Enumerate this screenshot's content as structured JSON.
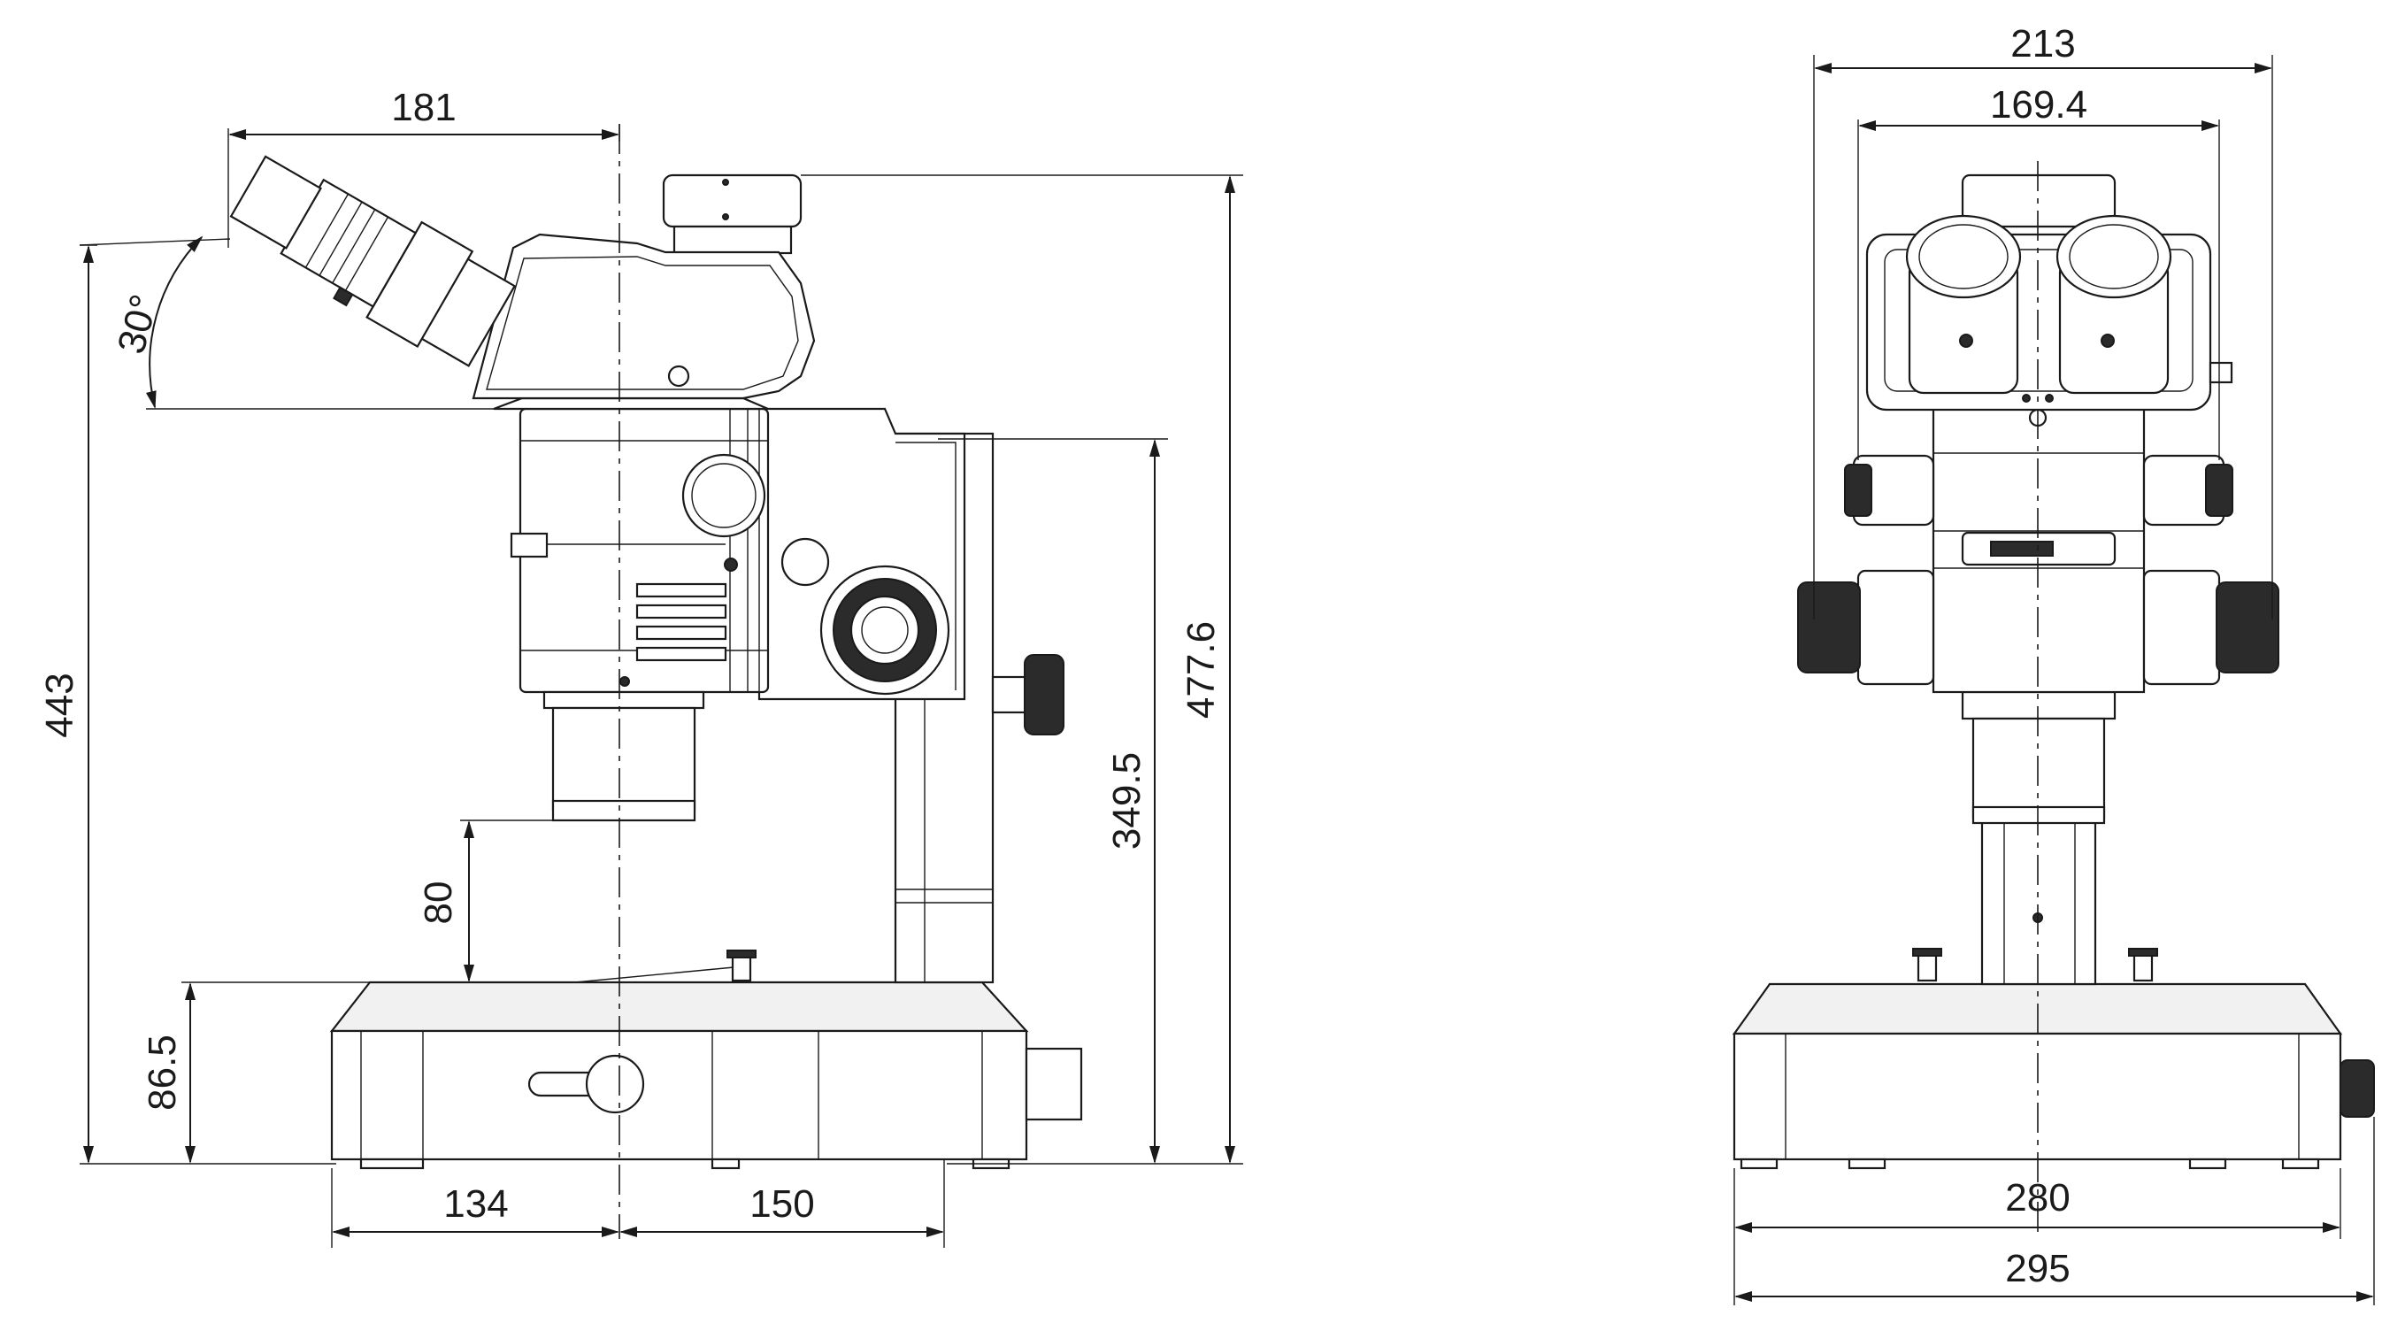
{
  "side_view": {
    "dim_top_width": "181",
    "dim_angle": "30°",
    "dim_total_height": "443",
    "dim_working_distance": "80",
    "dim_base_height": "86.5",
    "dim_left_base": "134",
    "dim_right_base": "150",
    "dim_column_height": "349.5",
    "dim_overall_height": "477.6"
  },
  "front_view": {
    "dim_outer_width": "213",
    "dim_inner_width": "169.4",
    "dim_base_width": "280",
    "dim_overall_width": "295"
  },
  "colors": {
    "line": "#1a1a1a",
    "fill": "#ffffff",
    "shade": "#f1f1f1"
  }
}
